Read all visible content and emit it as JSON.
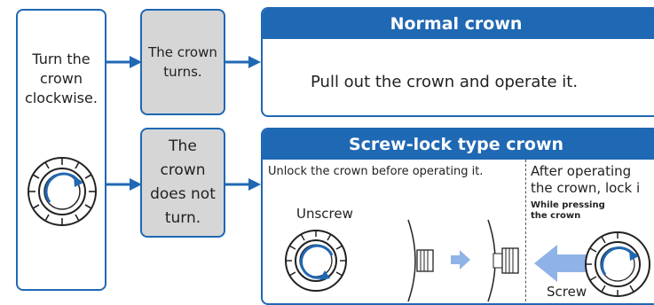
{
  "left_box": {
    "text_lines": [
      "Turn the",
      "crown",
      "clockwise."
    ]
  },
  "crown_turns_box": {
    "text_lines": [
      "The crown",
      "turns."
    ]
  },
  "crown_not_turn_box": {
    "text_lines": [
      "The",
      "crown",
      "does not",
      "turn."
    ]
  },
  "normal_crown": {
    "title": "Normal crown",
    "instruction": "Pull out the crown and operate it."
  },
  "screw_lock": {
    "title": "Screw-lock type crown",
    "unlock_text": "Unlock the crown before operating it.",
    "unscrew_label": "Unscrew",
    "after_text_lines": [
      "After operating",
      "the crown, lock i"
    ],
    "while_pressing_lines": [
      "While pressing",
      "the crown"
    ],
    "screw_label": "Screw"
  },
  "colors": {
    "accent": "#1f68b3",
    "gray": "#d6d6d6",
    "arrow_light": "#8fb3e6"
  },
  "icons": [
    "crown-icon",
    "arrow-right-icon",
    "rotation-arrow-icon",
    "push-arrow-icon"
  ]
}
